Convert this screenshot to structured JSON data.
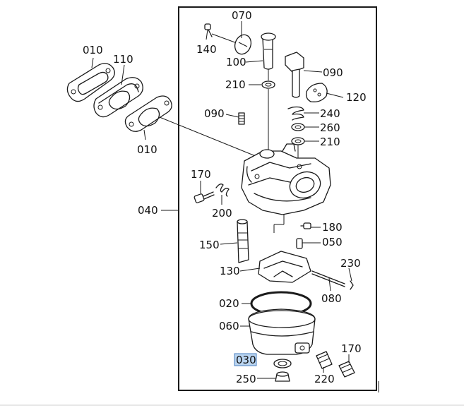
{
  "colors": {
    "line": "#1a1a1a",
    "highlight": "#b9d4f0",
    "background": "#ffffff"
  },
  "labels": {
    "p070": "070",
    "p140": "140",
    "p100": "100",
    "p090a": "090",
    "p120": "120",
    "p210a": "210",
    "p240": "240",
    "p260": "260",
    "p210b": "210",
    "p090b": "090",
    "p010a": "010",
    "p110": "110",
    "p010b": "010",
    "p170a": "170",
    "p200": "200",
    "p040": "040",
    "p180": "180",
    "p050": "050",
    "p150": "150",
    "p130": "130",
    "p230": "230",
    "p080": "080",
    "p020": "020",
    "p060": "060",
    "p170b": "170",
    "p030": "030",
    "p250": "250",
    "p220": "220"
  },
  "selected_part": "030"
}
